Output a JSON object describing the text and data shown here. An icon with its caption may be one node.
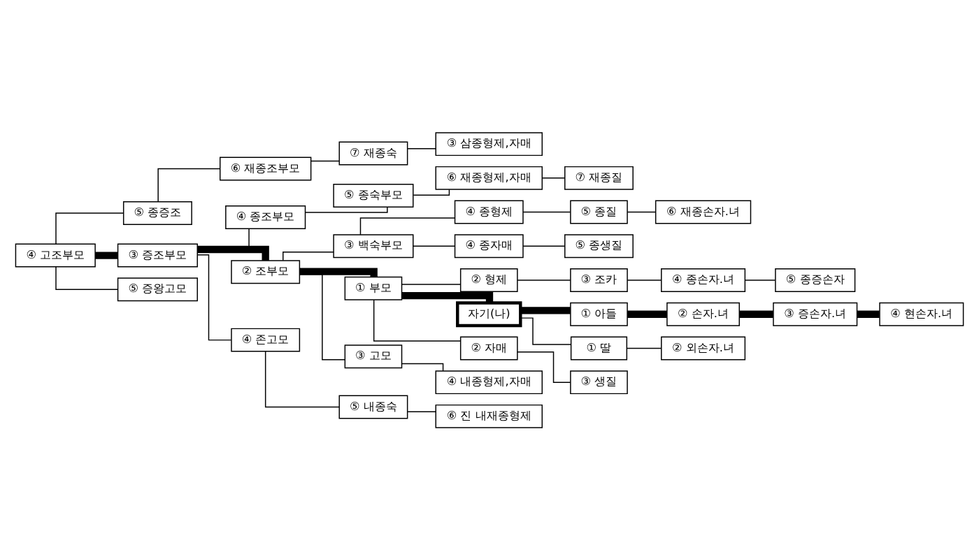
{
  "diagram": {
    "nodes": [
      {
        "text": [
          "④ 고조부모"
        ]
      },
      {
        "text": [
          "⑤ 종증조"
        ]
      },
      {
        "text": [
          "⑥ 재종조부모"
        ]
      },
      {
        "text": [
          "⑦ 재종숙"
        ]
      },
      {
        "text": [
          "③ 삼종형제,자매"
        ]
      },
      {
        "text": [
          "③ 증조부모"
        ]
      },
      {
        "text": [
          "④ 종조부모"
        ]
      },
      {
        "text": [
          "⑤ 종숙부모"
        ]
      },
      {
        "text": [
          "⑥ 재종형제,자매"
        ]
      },
      {
        "text": [
          "⑦ 재종질"
        ]
      },
      {
        "text": [
          "② 조부모"
        ]
      },
      {
        "text": [
          "③ 백숙부모"
        ]
      },
      {
        "text": [
          "④ 종형제"
        ]
      },
      {
        "text": [
          "⑤ 종질"
        ]
      },
      {
        "text": [
          "⑥ 재종손자.녀"
        ]
      },
      {
        "text": [
          "④ 종자매"
        ]
      },
      {
        "text": [
          "⑤ 종생질"
        ]
      },
      {
        "text": [
          "① 부모"
        ]
      },
      {
        "text": [
          "② 형제"
        ]
      },
      {
        "text": [
          "③ 조카"
        ]
      },
      {
        "text": [
          "④ 종손자.녀"
        ]
      },
      {
        "text": [
          "⑤ 종증손자"
        ]
      },
      {
        "text": [
          "자기(나)"
        ]
      },
      {
        "text": [
          "① 아들"
        ]
      },
      {
        "text": [
          "② 손자.녀"
        ]
      },
      {
        "text": [
          "③ 증손자.녀"
        ]
      },
      {
        "text": [
          "④ 현손자.녀"
        ]
      },
      {
        "text": [
          "① 딸"
        ]
      },
      {
        "text": [
          "② 외손자.녀"
        ]
      },
      {
        "text": [
          "② 자매"
        ]
      },
      {
        "text": [
          "③ 생질"
        ]
      },
      {
        "text": [
          "③ 고모"
        ]
      },
      {
        "text": [
          "④ 내종형제,자매"
        ]
      },
      {
        "text": [
          "④ 존고모"
        ]
      },
      {
        "text": [
          "⑤ 내종숙"
        ]
      },
      {
        "text": [
          "⑥ 진 내재종형제"
        ]
      },
      {
        "text": [
          "⑤ 증왕고모"
        ]
      }
    ],
    "edges": [
      {
        "from": 0,
        "to": 1,
        "arrow": "none"
      },
      {
        "from": 1,
        "to": 2,
        "arrow": "none"
      },
      {
        "from": 2,
        "to": 3,
        "arrow": "none"
      },
      {
        "from": 3,
        "to": 4,
        "arrow": "none"
      },
      {
        "from": 0,
        "to": 5,
        "arrow": "none",
        "style": "thick"
      },
      {
        "from": 5,
        "to": 6,
        "arrow": "none"
      },
      {
        "from": 6,
        "to": 7,
        "arrow": "none"
      },
      {
        "from": 7,
        "to": 8,
        "arrow": "none"
      },
      {
        "from": 8,
        "to": 9,
        "arrow": "none"
      },
      {
        "from": 5,
        "to": 10,
        "arrow": "none",
        "style": "thick"
      },
      {
        "from": 10,
        "to": 11,
        "arrow": "none"
      },
      {
        "from": 11,
        "to": 12,
        "arrow": "none"
      },
      {
        "from": 12,
        "to": 13,
        "arrow": "none"
      },
      {
        "from": 13,
        "to": 14,
        "arrow": "none"
      },
      {
        "from": 11,
        "to": 15,
        "arrow": "none"
      },
      {
        "from": 15,
        "to": 16,
        "arrow": "none"
      },
      {
        "from": 10,
        "to": 17,
        "arrow": "none",
        "style": "thick"
      },
      {
        "from": 17,
        "to": 18,
        "arrow": "none"
      },
      {
        "from": 18,
        "to": 19,
        "arrow": "none"
      },
      {
        "from": 19,
        "to": 20,
        "arrow": "none"
      },
      {
        "from": 20,
        "to": 21,
        "arrow": "none"
      },
      {
        "from": 17,
        "to": 22,
        "arrow": "none",
        "style": "thick"
      },
      {
        "from": 22,
        "to": 23,
        "arrow": "none",
        "style": "thick"
      },
      {
        "from": 23,
        "to": 24,
        "arrow": "none",
        "style": "thick"
      },
      {
        "from": 24,
        "to": 25,
        "arrow": "none",
        "style": "thick"
      },
      {
        "from": 25,
        "to": 26,
        "arrow": "none",
        "style": "thick"
      },
      {
        "from": 22,
        "to": 27,
        "arrow": "none"
      },
      {
        "from": 27,
        "to": 28,
        "arrow": "none"
      },
      {
        "from": 17,
        "to": 29,
        "arrow": "none"
      },
      {
        "from": 29,
        "to": 30,
        "arrow": "none"
      },
      {
        "from": 10,
        "to": 31,
        "arrow": "none"
      },
      {
        "from": 31,
        "to": 32,
        "arrow": "none"
      },
      {
        "from": 5,
        "to": 33,
        "arrow": "none"
      },
      {
        "from": 33,
        "to": 34,
        "arrow": "none"
      },
      {
        "from": 34,
        "to": 35,
        "arrow": "none"
      },
      {
        "from": 0,
        "to": 36,
        "arrow": "none"
      }
    ]
  }
}
